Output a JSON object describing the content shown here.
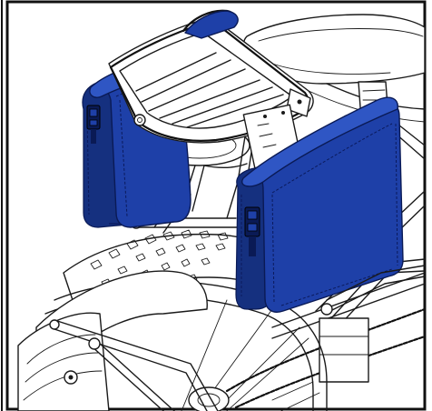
{
  "colors": {
    "bag_fill": "#1e40a8",
    "bag_shadow": "#15307f",
    "bag_highlight": "#2f56c4",
    "line": "#1a1a1a",
    "border": "#111111",
    "background": "#ffffff"
  },
  "scene_items": [
    "rear-rack",
    "left-pannier-bag",
    "right-pannier-bag",
    "rear-fender",
    "fat-tire",
    "rear-wheel",
    "seat",
    "chain",
    "frame"
  ]
}
